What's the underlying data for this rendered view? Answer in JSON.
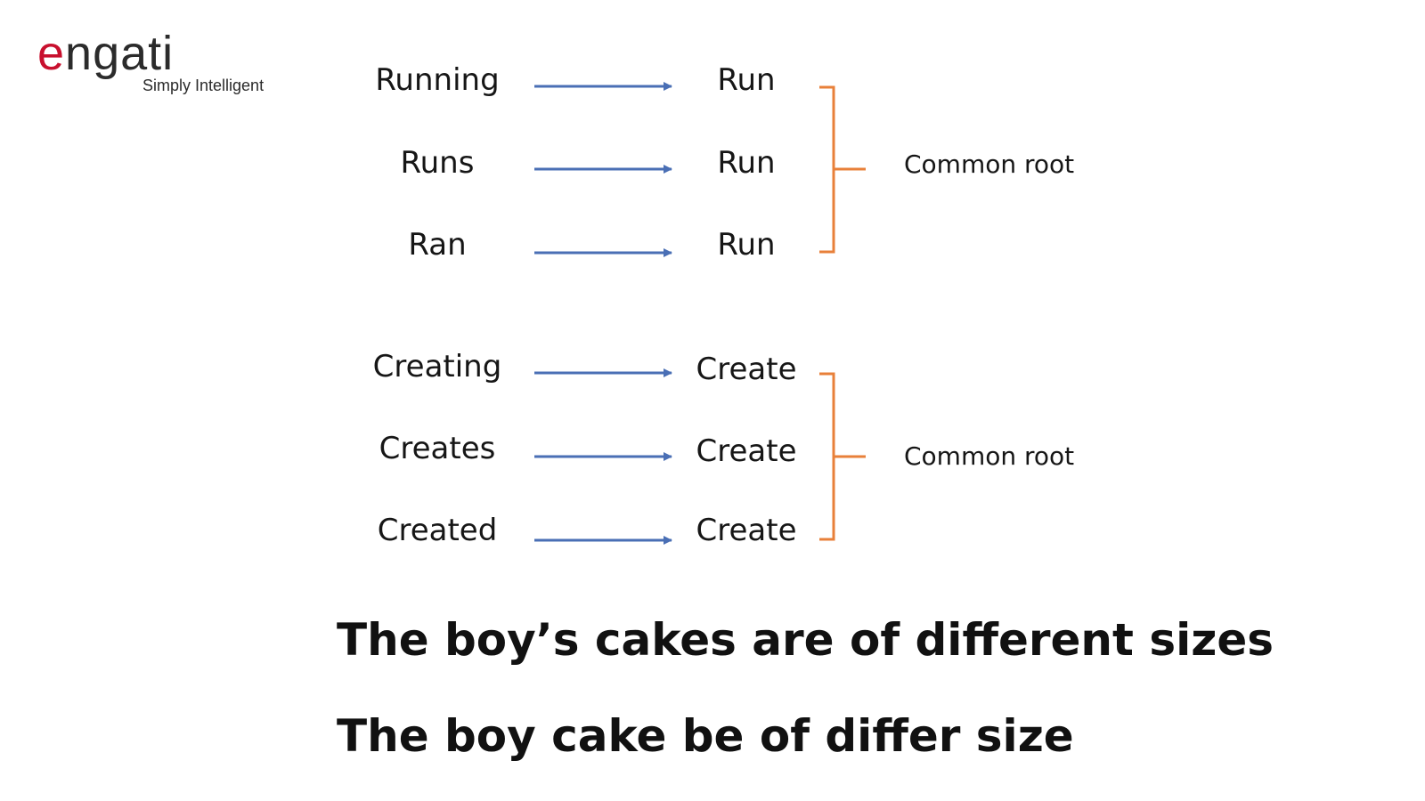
{
  "logo": {
    "wordmark_first": "e",
    "wordmark_rest": "ngati",
    "tagline": "Simply Intelligent"
  },
  "groups": [
    {
      "items": [
        {
          "word": "Running",
          "root": "Run"
        },
        {
          "word": "Runs",
          "root": "Run"
        },
        {
          "word": "Ran",
          "root": "Run"
        }
      ],
      "label": "Common root"
    },
    {
      "items": [
        {
          "word": "Creating",
          "root": "Create"
        },
        {
          "word": "Creates",
          "root": "Create"
        },
        {
          "word": "Created",
          "root": "Create"
        }
      ],
      "label": "Common root"
    }
  ],
  "sentences": [
    "The boy’s cakes are of different sizes",
    "The boy cake be of differ size"
  ],
  "colors": {
    "arrow": "#4a6fb5",
    "bracket": "#e8803a",
    "logo_accent": "#c8102e"
  }
}
